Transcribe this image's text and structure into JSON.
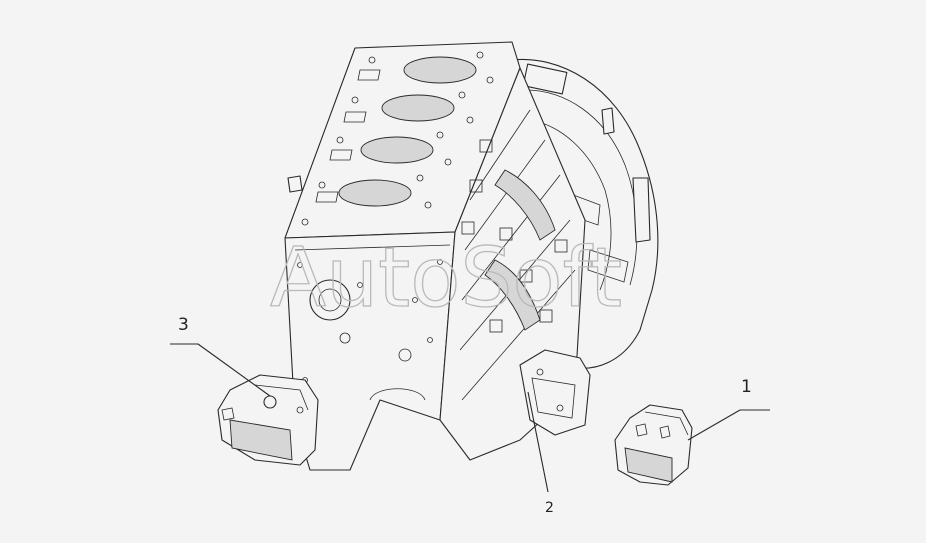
{
  "watermark": "AutoSoft",
  "callouts": [
    {
      "id": "mount-right",
      "label": "1"
    },
    {
      "id": "mount-rear",
      "label": "2"
    },
    {
      "id": "mount-left",
      "label": "3"
    }
  ]
}
